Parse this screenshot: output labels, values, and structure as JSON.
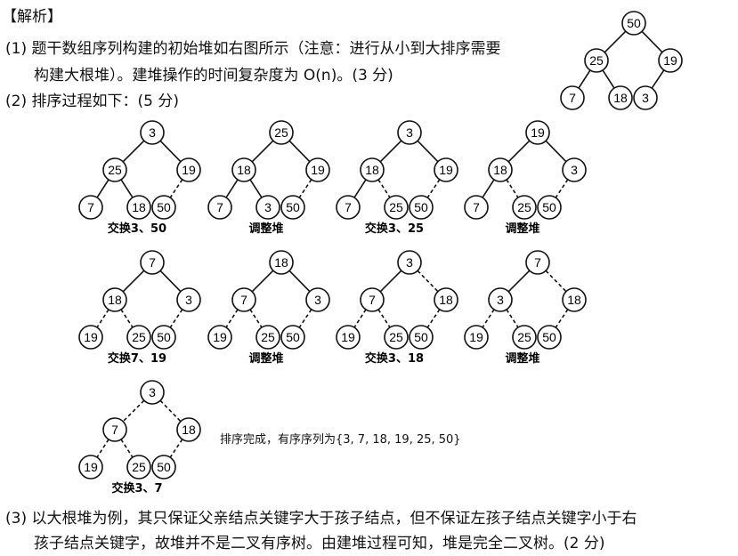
{
  "heading": "【解析】",
  "part1": {
    "line1": "(1) 题干数组序列构建的初始堆如右图所示（注意：进行从小到大排序需要",
    "line2": "构建大根堆）。建堆操作的时间复杂度为 O(n)。(3 分)"
  },
  "part2": {
    "line1": "(2) 排序过程如下：(5 分)"
  },
  "part3": {
    "line1": "(3) 以大根堆为例，其只保证父亲结点关键字大于孩子结点，但不保证左孩子结点关键字小于右",
    "line2": "孩子结点关键字，故堆并不是二叉有序树。由建堆过程可知，堆是完全二叉树。(2 分)"
  },
  "result_text": "排序完成，有序序列为{3, 7, 18, 19, 25, 50}",
  "edge_order": [
    "root-left",
    "root-right",
    "left-leftleft",
    "left-leftright",
    "right-rightleft"
  ],
  "initial_heap": {
    "nodes": [
      "50",
      "25",
      "19",
      "7",
      "18",
      "3"
    ],
    "dashed": [
      false,
      false,
      false,
      false,
      false
    ]
  },
  "steps": [
    {
      "label": "交换3、50",
      "nodes": [
        "3",
        "25",
        "19",
        "7",
        "18",
        "50"
      ],
      "dashed": [
        false,
        false,
        false,
        false,
        true
      ]
    },
    {
      "label": "调整堆",
      "nodes": [
        "25",
        "18",
        "19",
        "7",
        "3",
        "50"
      ],
      "dashed": [
        false,
        false,
        false,
        false,
        true
      ]
    },
    {
      "label": "交换3、25",
      "nodes": [
        "3",
        "18",
        "19",
        "7",
        "25",
        "50"
      ],
      "dashed": [
        false,
        false,
        false,
        true,
        true
      ]
    },
    {
      "label": "调整堆",
      "nodes": [
        "19",
        "18",
        "3",
        "7",
        "25",
        "50"
      ],
      "dashed": [
        false,
        false,
        false,
        true,
        true
      ]
    },
    {
      "label": "交换7、19",
      "nodes": [
        "7",
        "18",
        "3",
        "19",
        "25",
        "50"
      ],
      "dashed": [
        false,
        false,
        true,
        true,
        true
      ]
    },
    {
      "label": "调整堆",
      "nodes": [
        "18",
        "7",
        "3",
        "19",
        "25",
        "50"
      ],
      "dashed": [
        false,
        false,
        true,
        true,
        true
      ]
    },
    {
      "label": "交换3、18",
      "nodes": [
        "3",
        "7",
        "18",
        "19",
        "25",
        "50"
      ],
      "dashed": [
        false,
        true,
        true,
        true,
        true
      ]
    },
    {
      "label": "调整堆",
      "nodes": [
        "7",
        "3",
        "18",
        "19",
        "25",
        "50"
      ],
      "dashed": [
        false,
        true,
        true,
        true,
        true
      ]
    },
    {
      "label": "交换3、7",
      "nodes": [
        "3",
        "7",
        "18",
        "19",
        "25",
        "50"
      ],
      "dashed": [
        true,
        true,
        true,
        true,
        true
      ]
    }
  ]
}
